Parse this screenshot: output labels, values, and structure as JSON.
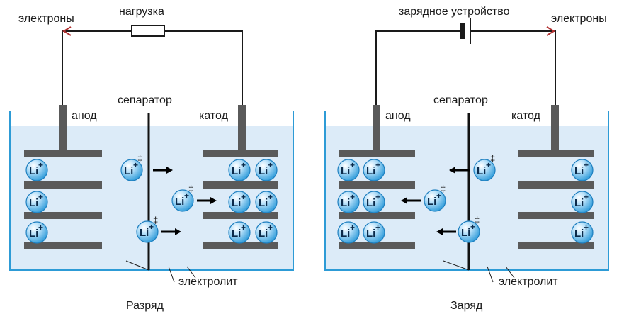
{
  "panels": [
    {
      "id": "discharge",
      "caption": "Разряд",
      "electrons_label": "электроны",
      "device_label": "нагрузка",
      "device": "resistor",
      "anode_label": "анод",
      "separator_label": "сепаратор",
      "cathode_label": "катод",
      "electrolyte_label": "электролит"
    },
    {
      "id": "charge",
      "caption": "Заряд",
      "electrons_label": "электроны",
      "device_label": "зарядное устройство",
      "device": "battery",
      "anode_label": "анод",
      "separator_label": "сепаратор",
      "cathode_label": "катод",
      "electrolyte_label": "электролит"
    }
  ],
  "ion": {
    "symbol": "Li",
    "charge_sign": "+"
  },
  "colors": {
    "electrolyte": "#dcebf8",
    "tank_outline": "#2d9bd6",
    "electrode": "#5a5a5a",
    "ion_fill": "#5bb8ee",
    "arrow": "#000000",
    "electron_arrow": "#b03030"
  }
}
